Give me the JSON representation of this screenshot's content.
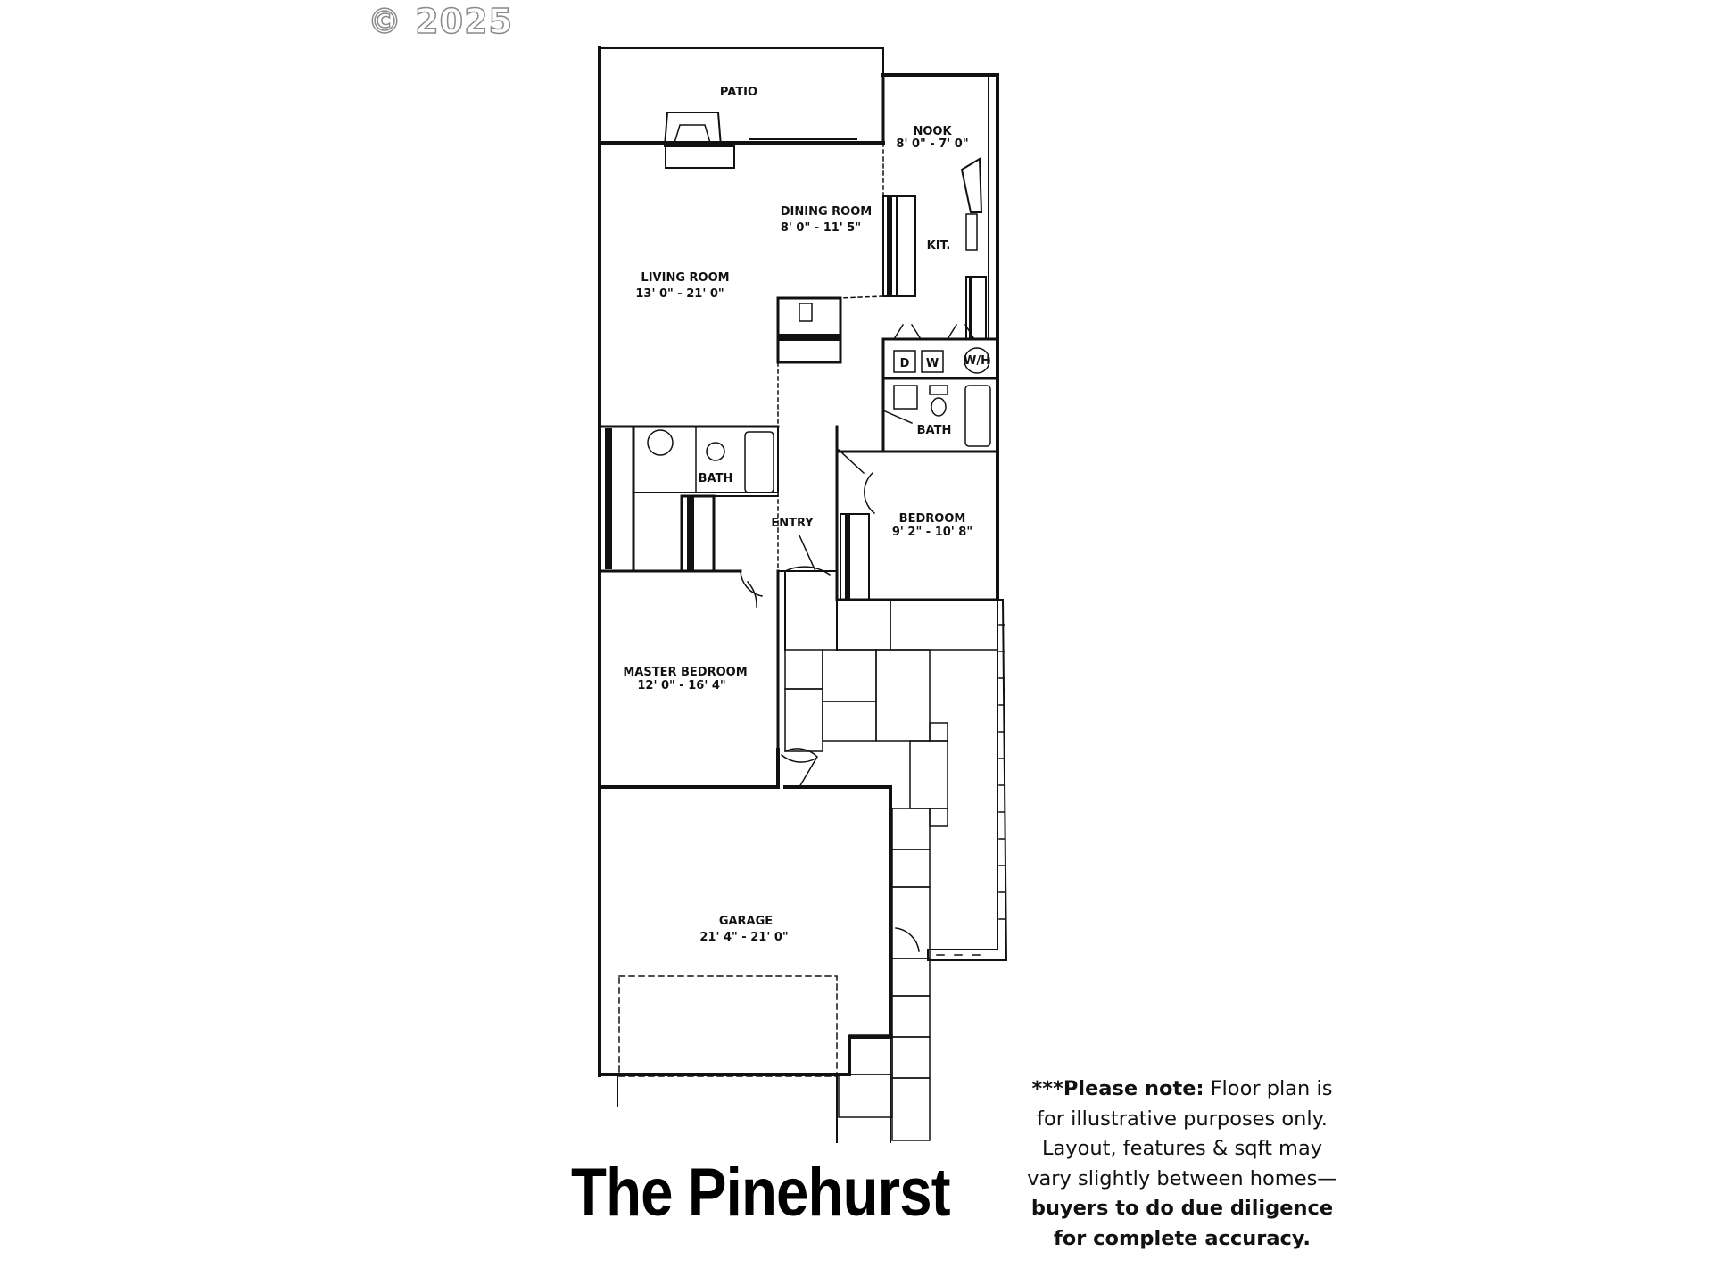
{
  "watermark": "© 2025",
  "plan_title": "The Pinehurst",
  "rooms": {
    "patio": "PATIO",
    "nook": "NOOK",
    "nook_dim": "8' 0\" - 7' 0\"",
    "dining": "DINING ROOM",
    "dining_dim": "8' 0\" - 11' 5\"",
    "kitchen": "KIT.",
    "living": "LIVING ROOM",
    "living_dim": "13' 0\" - 21' 0\"",
    "dryer": "D",
    "washer": "W",
    "water_heater": "W/H",
    "bath_hall": "BATH",
    "bath_master": "BATH",
    "entry": "ENTRY",
    "bedroom": "BEDROOM",
    "bedroom_dim": "9' 2\" - 10' 8\"",
    "master": "MASTER BEDROOM",
    "master_dim": "12' 0\" - 16' 4\"",
    "garage": "GARAGE",
    "garage_dim": "21' 4\" - 21' 0\""
  },
  "disclaimer": {
    "lead": "***Please note:",
    "body": " Floor plan is for illustrative purposes only. Layout, features & sqft may vary slightly between homes—",
    "emphasis": "buyers to do due diligence for complete accuracy."
  }
}
